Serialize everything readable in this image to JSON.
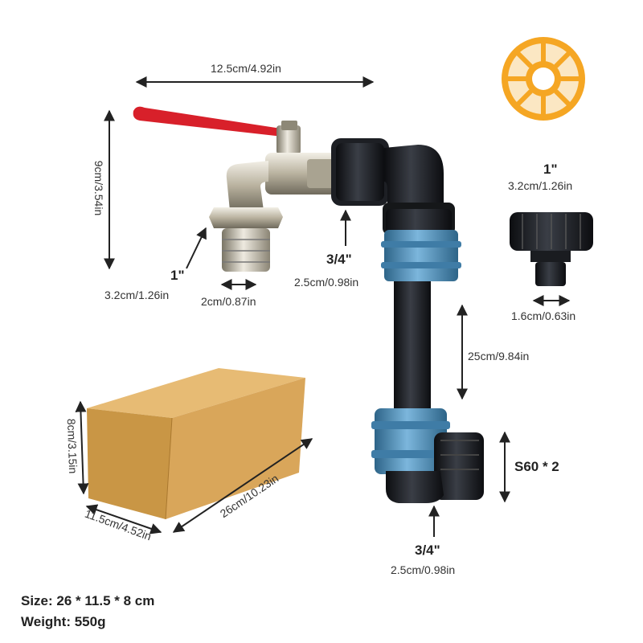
{
  "dims": {
    "tap_width": "12.5cm/4.92in",
    "tap_height": "9cm/3.54in",
    "tap_outlet_size": "1\"",
    "tap_outlet_metric": "3.2cm/1.26in",
    "tap_nozzle": "2cm/0.87in",
    "inlet_size": "3/4\"",
    "inlet_metric": "2.5cm/0.98in",
    "pipe_length": "25cm/9.84in",
    "adapter_size": "1\"",
    "adapter_metric": "3.2cm/1.26in",
    "adapter_nozzle": "1.6cm/0.63in",
    "tank_thread": "S60 * 2",
    "outlet_size": "3/4\"",
    "outlet_metric": "2.5cm/0.98in",
    "box_height": "8cm/3.15in",
    "box_width": "11.5cm/4.52in",
    "box_length": "26cm/10.23in"
  },
  "specs": {
    "size": "Size: 26 * 11.5 * 8 cm",
    "weight": "Weight: 550g"
  },
  "colors": {
    "tap_handle": "#d8202a",
    "brass": "#c8c2b0",
    "pipe": "#1c1f24",
    "coupling": "#4a8fbf",
    "tape": "#f5a623",
    "box": "#d9a65a"
  }
}
